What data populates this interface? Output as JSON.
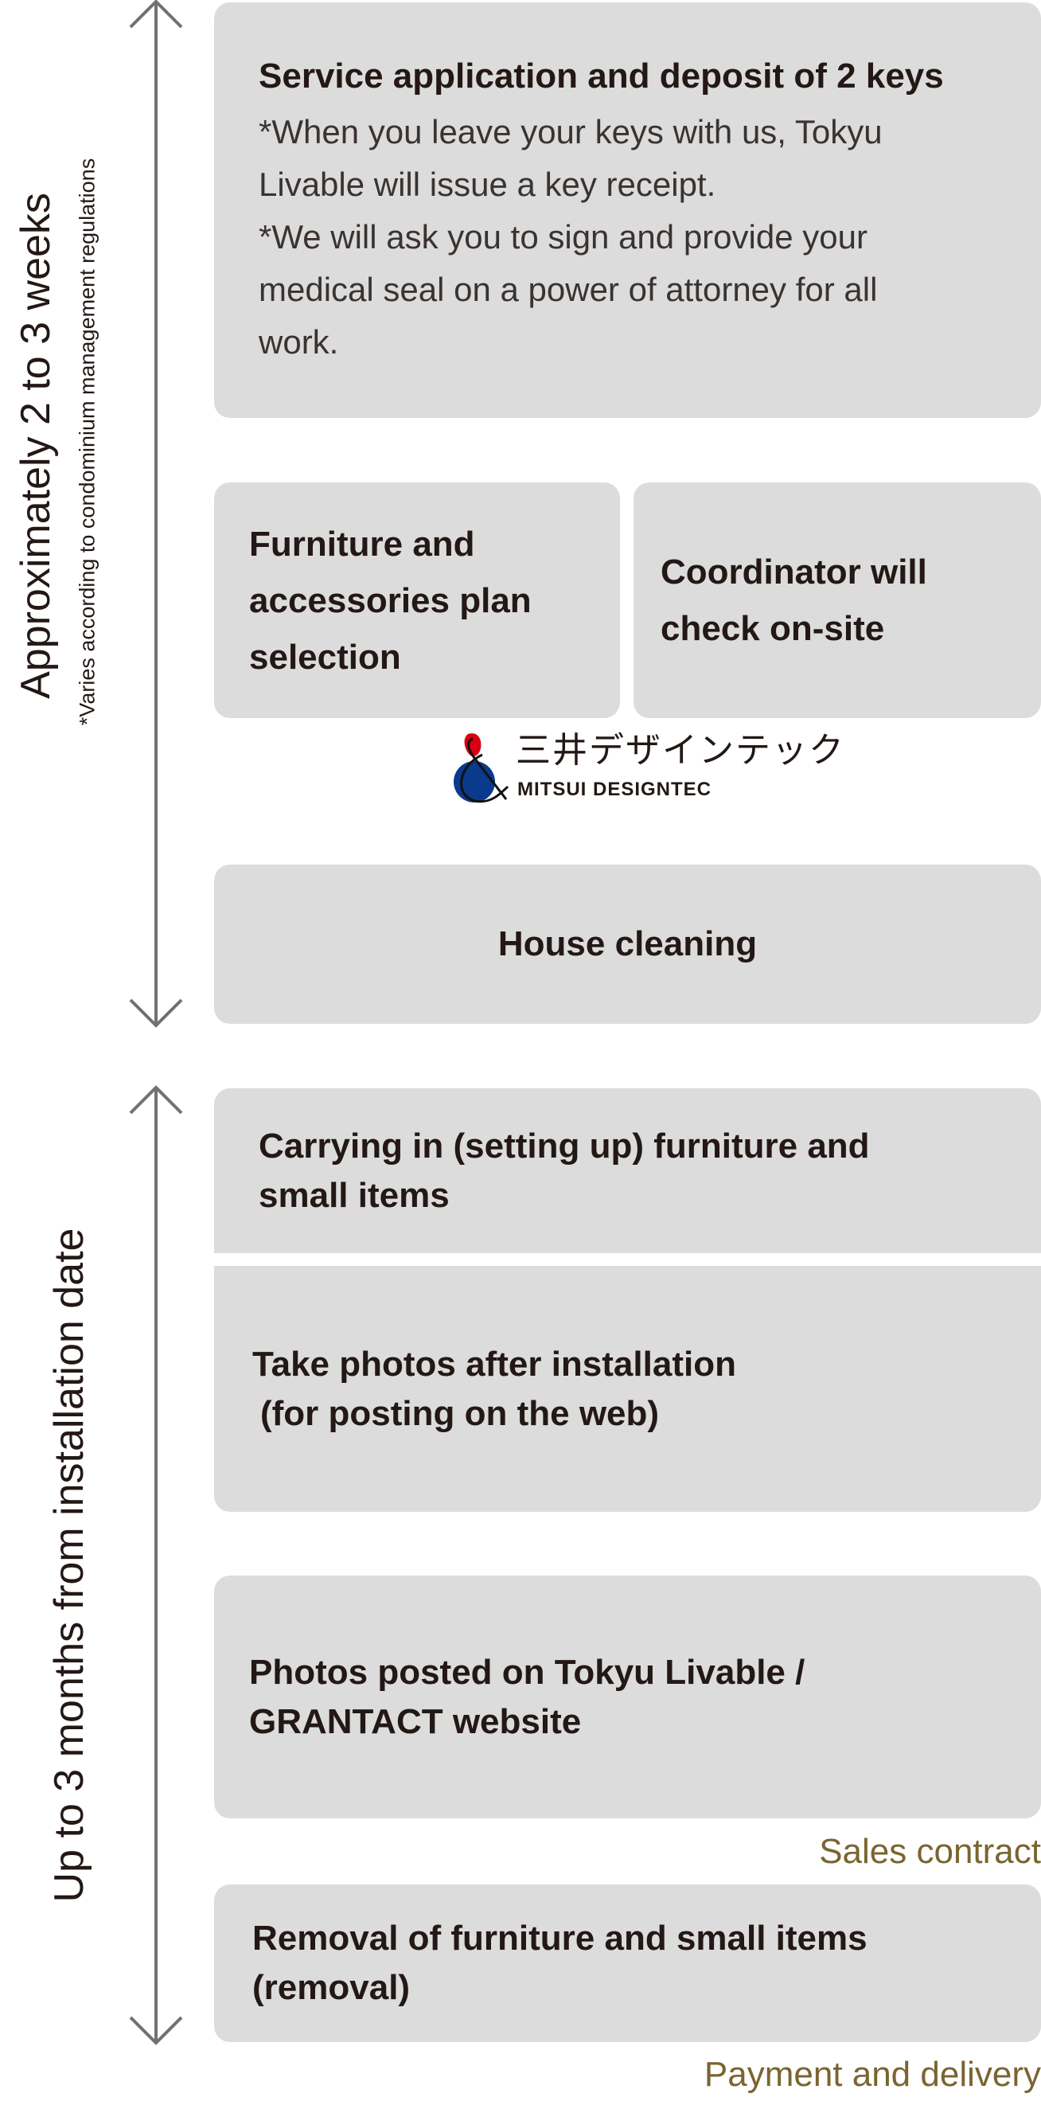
{
  "timeline": {
    "phase1": {
      "label": "Approximately 2 to 3 weeks",
      "note": "*Varies according to condominium management regulations"
    },
    "phase2": {
      "label": "Up to 3 months from installation date"
    }
  },
  "steps": {
    "application": {
      "title": "Service application and deposit of 2 keys",
      "notes": [
        "*When you leave your keys with us, Tokyu Livable will issue a key receipt.",
        "*We will ask you to sign and provide your medical seal on a power of attorney for all work."
      ]
    },
    "plan": {
      "title": "Furniture and accessories plan selection"
    },
    "coordinator": {
      "title": "Coordinator will check on-site"
    },
    "partner_logo": {
      "jp": "三井デザインテック",
      "en": "MITSUI DESIGNTEC"
    },
    "cleaning": {
      "title": "House cleaning"
    },
    "carrying": {
      "title": "Carrying in (setting up) furniture and small items"
    },
    "photos": {
      "title": "Take photos after installation",
      "subtitle": "(for posting on the web)"
    },
    "website": {
      "title": "Photos posted on Tokyu Livable / GRANTACT website"
    },
    "removal": {
      "title": "Removal of furniture and small items (removal)"
    }
  },
  "milestones": {
    "sales_contract": "Sales contract",
    "payment": "Payment and delivery"
  },
  "colors": {
    "box": "#dcdcdc",
    "arrow": "#aaaaaa",
    "timeline": "#727171",
    "milestone": "#7a6430",
    "logo_red": "#d7000f",
    "logo_blue": "#0a3a8c"
  }
}
